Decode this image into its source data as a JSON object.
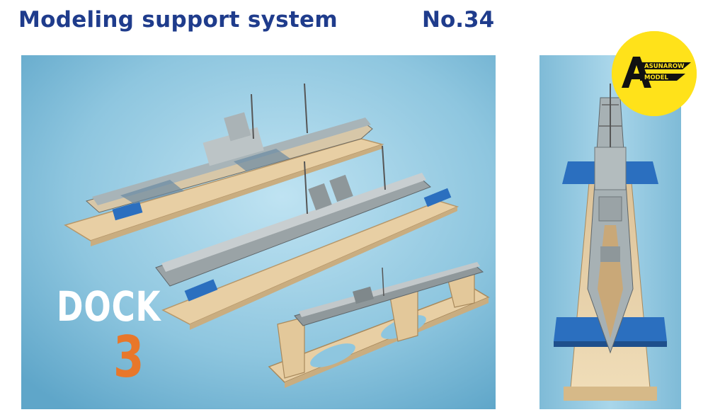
{
  "header": {
    "title": "Modeling support system",
    "number": "No.34"
  },
  "overlay": {
    "dock_word": "DOCK",
    "dock_number": "3"
  },
  "logo": {
    "line1": "ASUNAROW",
    "line2": "MODEL",
    "mark": "A"
  },
  "colors": {
    "title_blue": "#1f3c8c",
    "photo_bg": "#8ec6df",
    "photo_bg_dark": "#5fa6c9",
    "dock_orange": "#e8772a",
    "logo_yellow": "#ffe21a",
    "wood": "#e8cfa4",
    "acrylic_blue": "#2b6fbf",
    "hull_grey": "#9aa3a6"
  }
}
